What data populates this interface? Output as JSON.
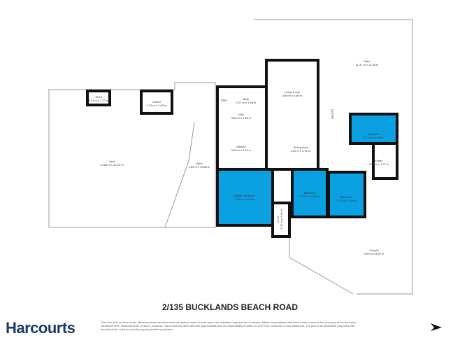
{
  "title": "2/135 BUCKLANDS BEACH ROAD",
  "disclaimer": "This floor plan is not to scale. Measurements are taken from the widest points of each room, are indicative only and are in metres. Whilst every attempt has been made to ensure the accuracy of the floor plan contained here, measurements of doors, windows, rooms and any other item are approximate and no responsibility is taken for any error, omission, or mis-statement. The plan is for illustrative purposes only and should be used as such by any prospective purchaser.",
  "brand": "Harcourts",
  "colors": {
    "bedroom_fill": "#0aa0e2",
    "wall": "#111111",
    "brand": "#1b3a6b"
  },
  "compass_icon": "north-arrow",
  "rooms": {
    "shed": {
      "name": "Shed",
      "size": "2.23 m x 1.27 m"
    },
    "ished": {
      "name": "I/Shed",
      "size": "2.23 m x 1.63 m"
    },
    "yard": {
      "name": "Yard",
      "size": "14.66 m x 14.20 m"
    },
    "patio_left": {
      "name": "Patio",
      "size": "3.80 m x 15.66 m"
    },
    "toilet": {
      "name": "Toilet",
      "size": ""
    },
    "bath": {
      "name": "Bath",
      "size": "2.27 m x 1.58 m"
    },
    "hall": {
      "name": "Hall",
      "size": "3.53 m x 1.59 m"
    },
    "living": {
      "name": "Living Room",
      "size": "3.89 m x 4.85 m"
    },
    "patio_right": {
      "name": "Patio",
      "size": "11.37 m x 11.98 m"
    },
    "laundry": {
      "name": "Laundry",
      "size": ""
    },
    "kitchen": {
      "name": "Kitchen",
      "size": "3.63 m x 3.15 m"
    },
    "dining": {
      "name": "Dining Area",
      "size": "4.09 m x 3.12 m"
    },
    "bedroom_ne": {
      "name": "Bedroom",
      "size": "3.77 m x 3.49 m"
    },
    "foyer": {
      "name": "Foyer",
      "size": "3.24 m x 1.77 m"
    },
    "master": {
      "name": "Master Bedroom",
      "size": "3.98 m x 4.22 m"
    },
    "wic": {
      "name": "W.I.C",
      "size": "1.37 m x 2.19 m"
    },
    "bedroom_mid": {
      "name": "Bedroom",
      "size": "3.27 m x 3.83 m"
    },
    "bedroom_se": {
      "name": "Bedroom",
      "size": "3.17 m x 3.46 m"
    },
    "carport": {
      "name": "Carport",
      "size": "9.00 m x 8.42 m"
    }
  }
}
